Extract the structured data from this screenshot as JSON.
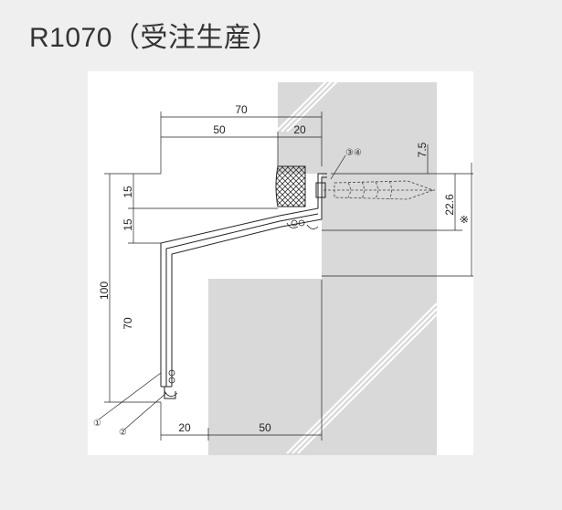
{
  "title": "R1070（受注生産）",
  "dimensions": {
    "top_width": "70",
    "top_left": "50",
    "top_right": "20",
    "vertical_upper": "15",
    "vertical_lower": "15",
    "total_height": "100",
    "mid_height": "70",
    "anchor_offset": "7.5",
    "anchor_height": "22.6",
    "bottom_left": "20",
    "bottom_right": "50",
    "note_mark": "※"
  },
  "callouts": {
    "part_1": "①",
    "part_2": "②",
    "parts_3_4": "③④"
  }
}
